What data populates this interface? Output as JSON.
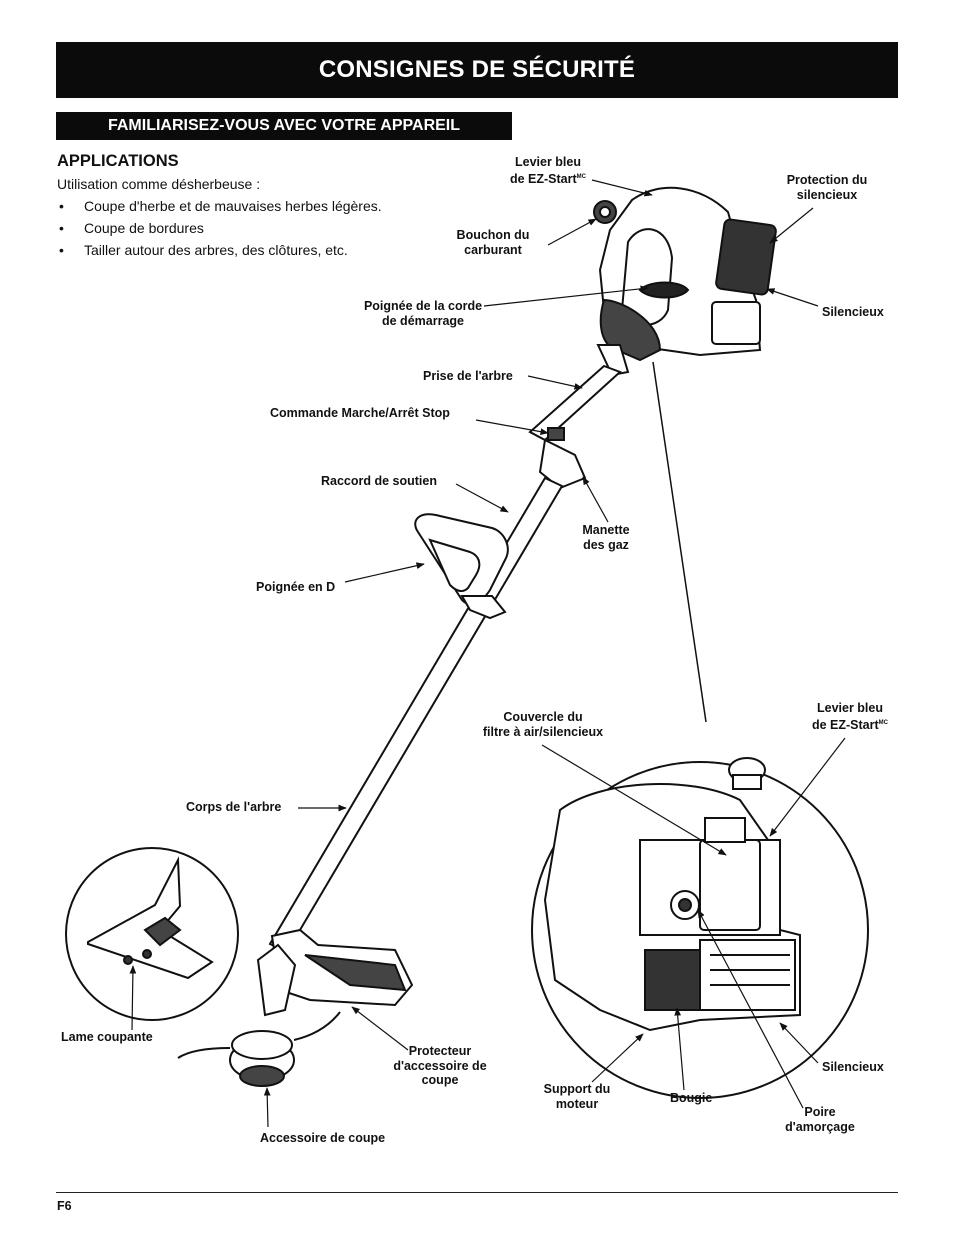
{
  "header": {
    "title": "CONSIGNES DE SÉCURITÉ"
  },
  "section": {
    "title": "FAMILIARISEZ-VOUS AVEC VOTRE APPAREIL"
  },
  "applications": {
    "title": "APPLICATIONS",
    "intro": "Utilisation comme désherbeuse  :",
    "bullet_symbol": "•",
    "items": [
      "Coupe d'herbe et de mauvaises herbes légères.",
      "Coupe de bordures",
      "Tailler autour des arbres, des clôtures, etc."
    ]
  },
  "labels": {
    "levier_bleu": {
      "line1": "Levier bleu",
      "line2": "de EZ-Start",
      "sup": "MC"
    },
    "protection_silencieux": {
      "line1": "Protection du",
      "line2": "silencieux"
    },
    "bouchon": {
      "line1": "Bouchon du",
      "line2": "carburant"
    },
    "silencieux": "Silencieux",
    "poignee_corde": {
      "line1": "Poignée de la corde",
      "line2": "de démarrage"
    },
    "prise_arbre": "Prise de l'arbre",
    "commande": "Commande Marche/Arrêt Stop",
    "raccord": "Raccord de soutien",
    "manette": {
      "line1": "Manette",
      "line2": "des gaz"
    },
    "poignee_d": "Poignée en D",
    "couvercle_filtre": {
      "line1": "Couvercle du",
      "line2": "filtre à air/silencieux"
    },
    "levier_bleu_2": {
      "line1": "Levier bleu",
      "line2": "de EZ-Start",
      "sup": "MC"
    },
    "corps_arbre": "Corps de l'arbre",
    "lame_coupante": "Lame coupante",
    "protecteur": {
      "line1": "Protecteur",
      "line2": "d'accessoire de",
      "line3": "coupe"
    },
    "silencieux_2": "Silencieux",
    "support_moteur": {
      "line1": "Support du",
      "line2": "moteur"
    },
    "bougie": "Bougie",
    "poire": {
      "line1": "Poire",
      "line2": "d'amorçage"
    },
    "accessoire": "Accessoire de coupe"
  },
  "footer": {
    "page": "F6"
  }
}
